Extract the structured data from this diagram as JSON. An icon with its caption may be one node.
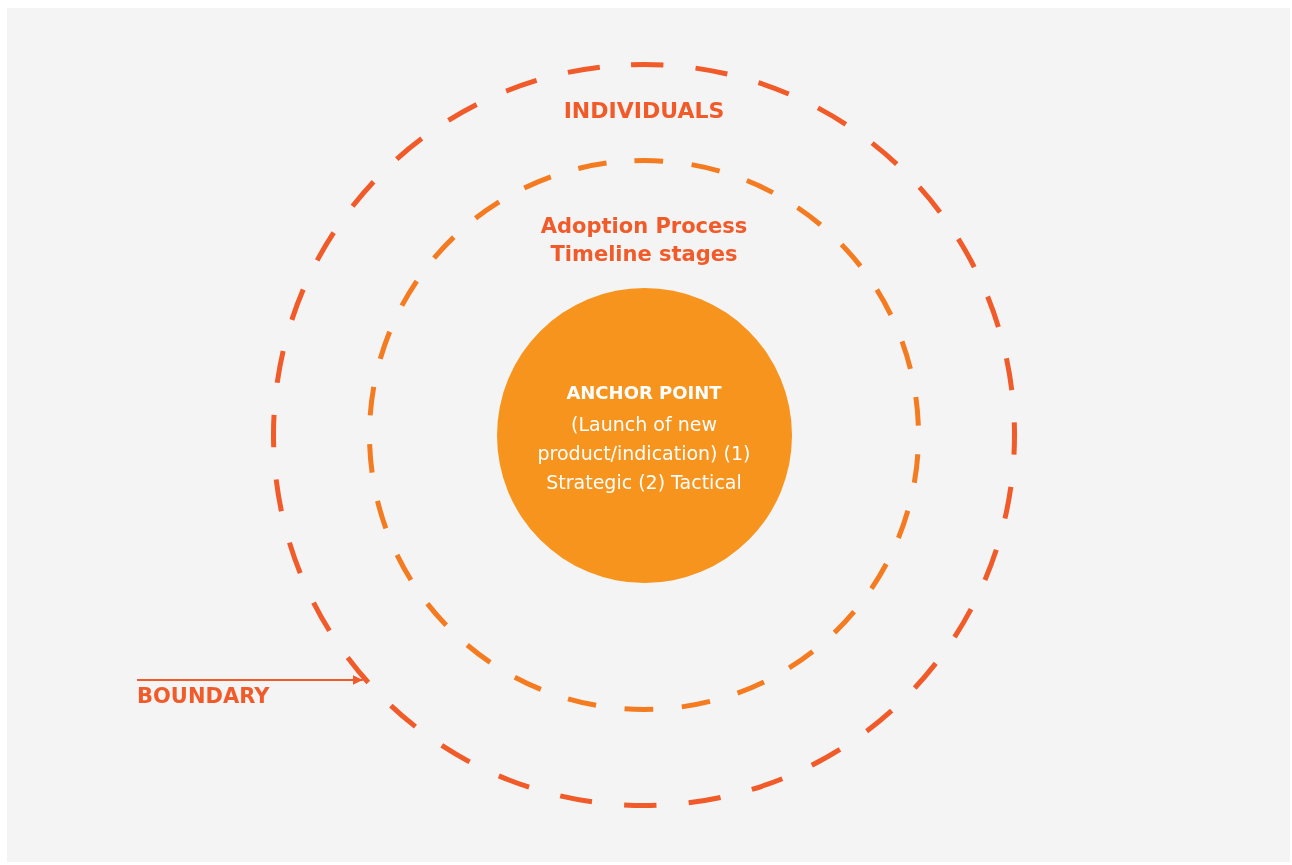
{
  "diagram": {
    "nodes": [
      {
        "text": [
          "INDIVIDUALS"
        ]
      },
      {
        "text": [
          "Adoption Process Timeline stages"
        ],
        "in": 0
      },
      {
        "text": [
          "ANCHOR POINT",
          "(Launch of new product/indication) (1) Strategic (2) Tactical"
        ],
        "in": 1
      },
      {
        "text": [
          "BOUNDARY"
        ]
      }
    ],
    "edges": [
      {
        "from": 3,
        "to": 0,
        "arrow": "to"
      }
    ]
  }
}
